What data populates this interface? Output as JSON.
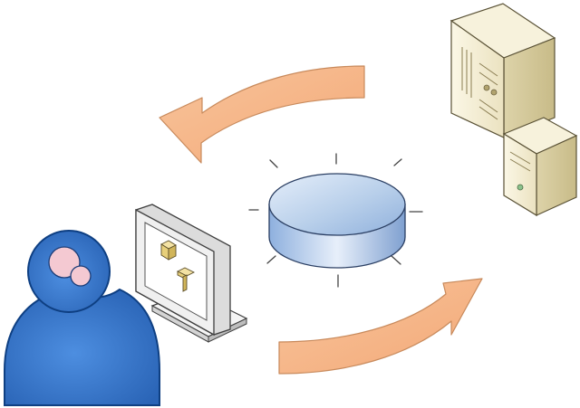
{
  "diagram": {
    "nodes": [
      {
        "id": "user",
        "icon": "user-icon"
      },
      {
        "id": "monitor",
        "icon": "monitor-icon"
      },
      {
        "id": "hub",
        "icon": "database-disc-icon"
      },
      {
        "id": "servers",
        "icon": "server-icon"
      }
    ],
    "flows": [
      {
        "from": "servers",
        "to": "monitor",
        "icon": "curved-arrow-left-icon"
      },
      {
        "from": "user",
        "to": "servers",
        "icon": "curved-arrow-right-icon"
      }
    ]
  },
  "colors": {
    "arrow_fill": "#f6b98c",
    "arrow_stroke": "#c8875a",
    "user_body": "#2f6fc0",
    "user_outline": "#0e3f82",
    "user_head_dots": "#f2c5cf",
    "disc_top": "#b9d1ec",
    "disc_side": "#7fa3d3",
    "server_case": "#f2ecd2",
    "server_shadow": "#d8cda0",
    "monitor_frame": "#e9e9e9",
    "monitor_screen": "#ffffff"
  }
}
